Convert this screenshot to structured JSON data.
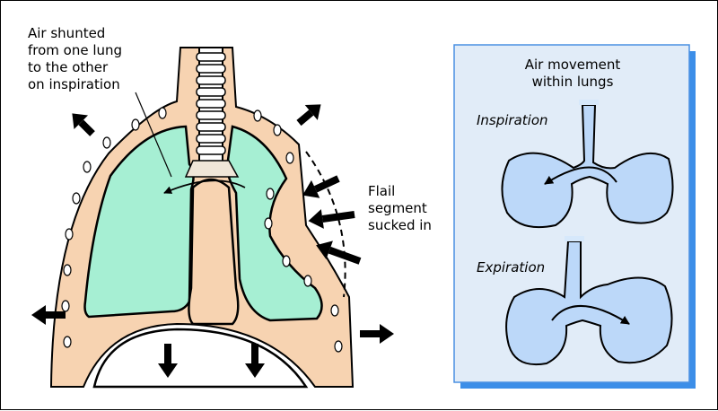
{
  "labels": {
    "air_shunted": "Air shunted\nfrom one lung\nto the other\non inspiration",
    "flail_segment": "Flail\nsegment\nsucked in"
  },
  "inset": {
    "title": "Air movement\nwithin lungs",
    "inspiration": "Inspiration",
    "expiration": "Expiration"
  },
  "colors": {
    "tissue": "#f7d3b1",
    "lung": "#a6efd3",
    "panel": "#e1ecf8",
    "panel_shadow": "#3c8ee8",
    "inset_lung": "#bcd8f9"
  }
}
